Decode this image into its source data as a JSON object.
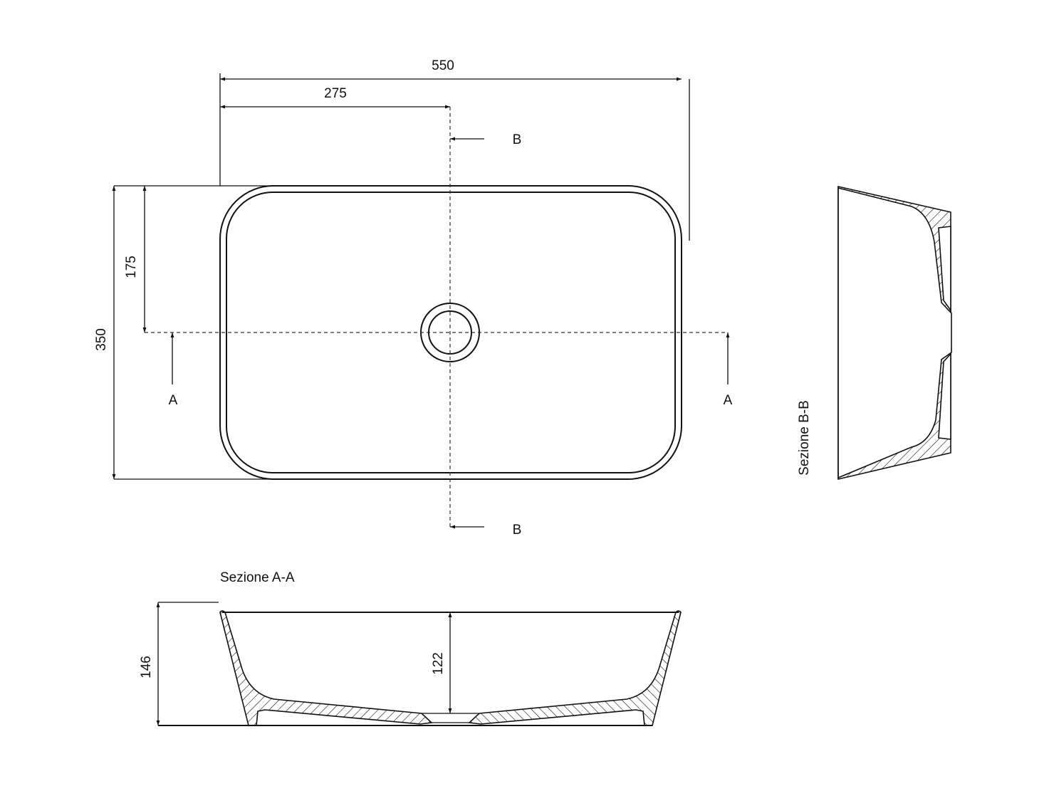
{
  "drawing": {
    "dimensions": {
      "overall_width": "550",
      "half_width": "275",
      "overall_depth": "350",
      "half_depth": "175",
      "overall_height": "146",
      "inner_depth": "122"
    },
    "section_markers": {
      "a_left": "A",
      "a_right": "A",
      "b_top": "B",
      "b_bottom": "B"
    },
    "section_titles": {
      "section_a": "Sezione A-A",
      "section_b": "Sezione B-B"
    },
    "line_color": "#111111"
  }
}
